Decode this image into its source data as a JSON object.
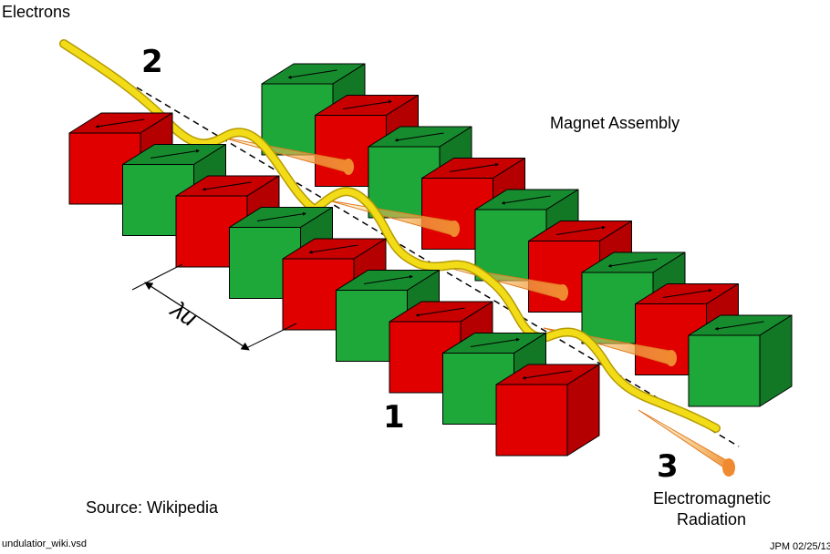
{
  "labels": {
    "electrons": "Electrons",
    "magnet_assembly": "Magnet Assembly",
    "source": "Source: Wikipedia",
    "em_radiation_line1": "Electromagnetic",
    "em_radiation_line2": "Radiation",
    "file_name": "undulatior_wiki.vsd",
    "author_date": "JPM 02/25/13",
    "period_symbol": "λu"
  },
  "callouts": {
    "one": "1",
    "two": "2",
    "three": "3"
  },
  "colors": {
    "magnet_red": "#e00000",
    "magnet_green": "#1fa83a",
    "beam_yellow": "#f2dc18",
    "radiation_orange": "#f7a23a"
  },
  "magnets": {
    "front_row": [
      "red",
      "green",
      "red",
      "green",
      "red",
      "green",
      "red",
      "green",
      "red"
    ],
    "back_row": [
      "green",
      "red",
      "green",
      "red",
      "green",
      "red",
      "green",
      "red",
      "green"
    ]
  }
}
